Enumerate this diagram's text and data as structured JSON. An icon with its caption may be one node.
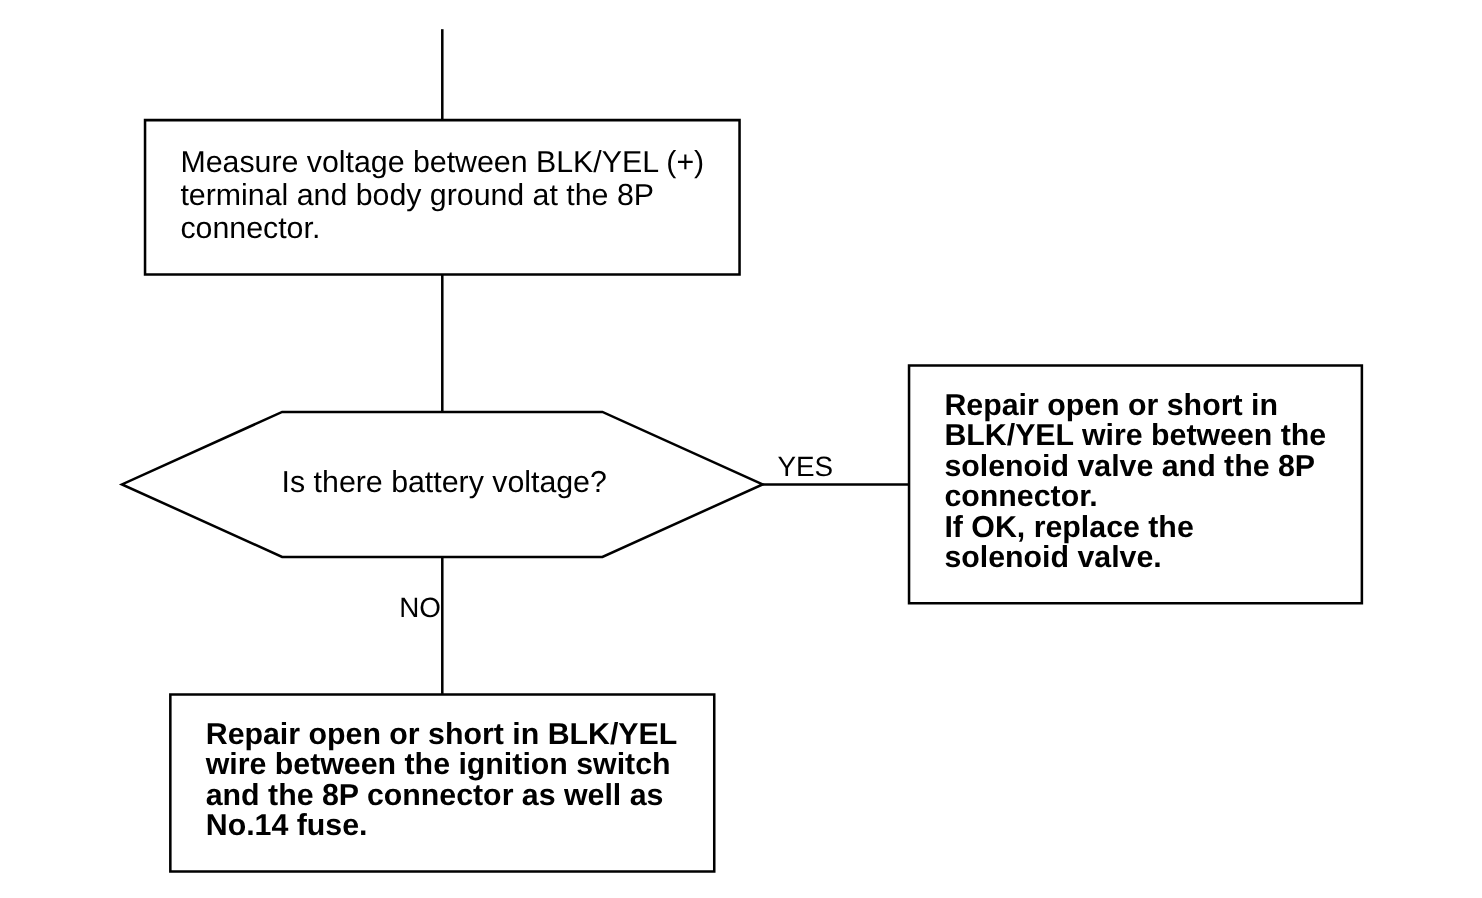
{
  "diagram": {
    "nodes": [
      {
        "text": [
          "Measure voltage between BLK/YEL (+) terminal and body ground at the 8P connector."
        ]
      },
      {
        "text": [
          "Is there battery voltage?"
        ]
      },
      {
        "text": [
          "Repair open or short in BLK/YEL wire between the solenoid valve and the 8P connector.",
          "If OK, replace the solenoid valve."
        ]
      },
      {
        "text": [
          "Repair open or short in BLK/YEL wire between the ignition switch and the 8P connector as well as No.14 fuse."
        ]
      }
    ],
    "edges": [
      {
        "from": null,
        "to": 0,
        "arrow": "none"
      },
      {
        "from": 0,
        "to": 1,
        "arrow": "none"
      },
      {
        "from": 1,
        "to": 2,
        "label": "YES",
        "arrow": "none"
      },
      {
        "from": 1,
        "to": 3,
        "label": "NO",
        "arrow": "none"
      }
    ]
  }
}
